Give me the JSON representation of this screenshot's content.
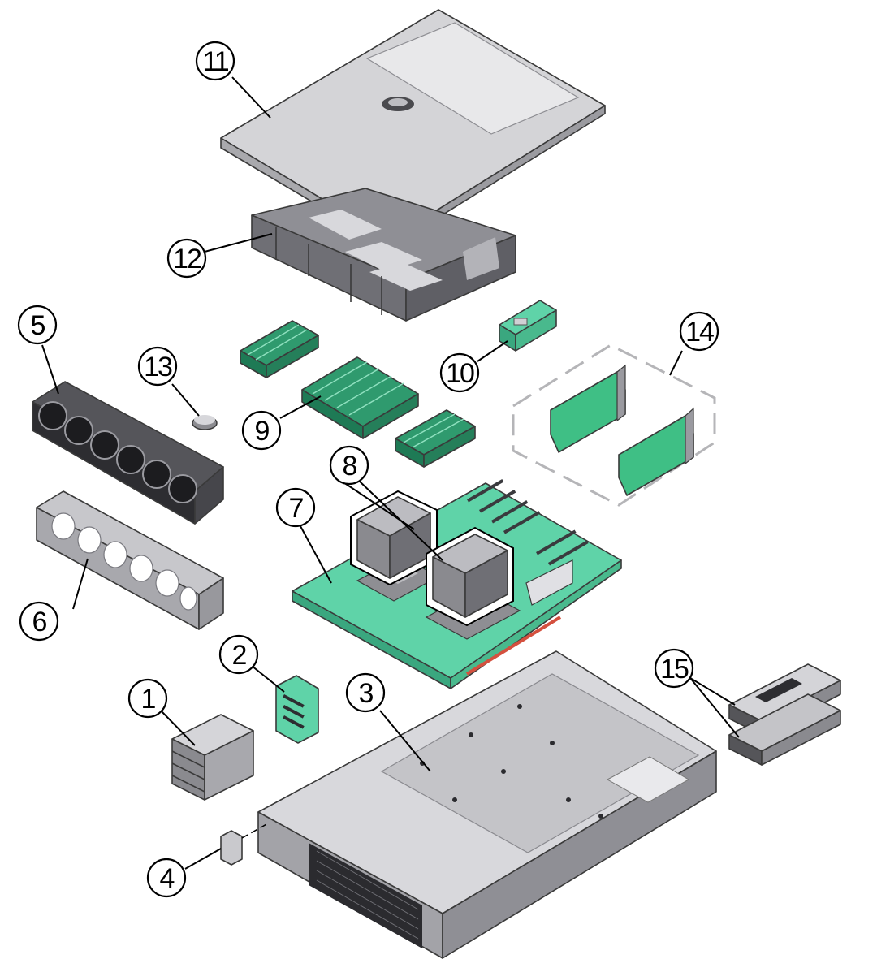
{
  "callouts": {
    "c1": "1",
    "c2": "2",
    "c3": "3",
    "c4": "4",
    "c5": "5",
    "c6": "6",
    "c7": "7",
    "c8": "8",
    "c9": "9",
    "c10": "10",
    "c11": "11",
    "c12": "12",
    "c13": "13",
    "c14": "14",
    "c15": "15"
  },
  "colors": {
    "board_green": "#5fd3a8",
    "dimm_green": "#2f9a6e",
    "metal_gray": "#c9c9cc",
    "dark_metal": "#3b3b3f",
    "outline": "#3a3a3a"
  }
}
